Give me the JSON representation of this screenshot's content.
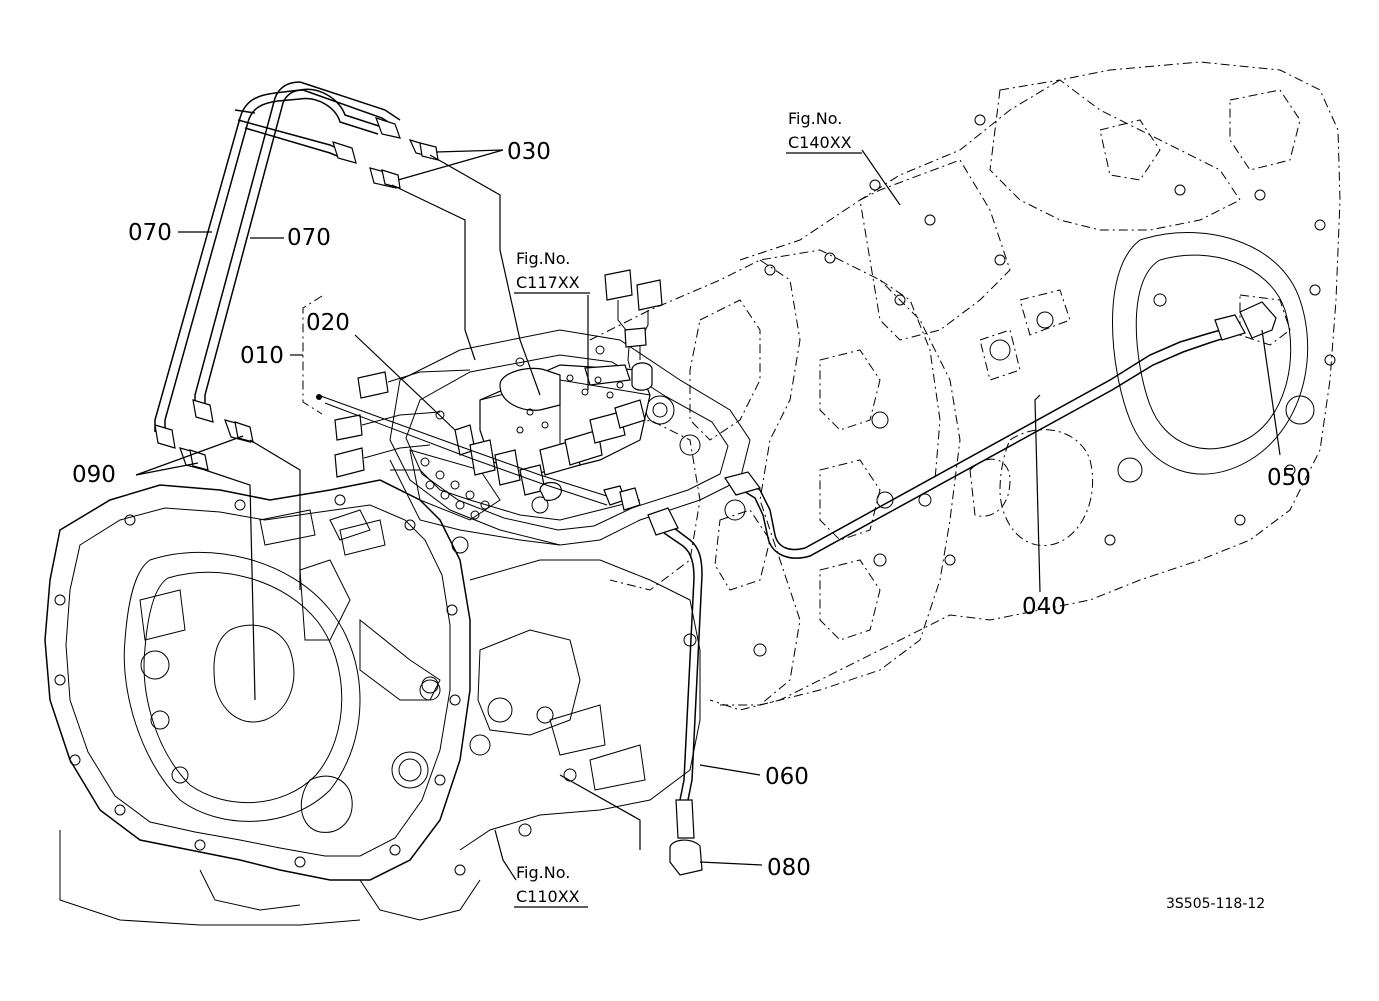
{
  "figure_refs": {
    "c140": {
      "title": "Fig.No.",
      "code": "C140XX"
    },
    "c117": {
      "title": "Fig.No.",
      "code": "C117XX"
    },
    "c110": {
      "title": "Fig.No.",
      "code": "C110XX"
    }
  },
  "part_labels": {
    "p010": "010",
    "p020": "020",
    "p030": "030",
    "p040": "040",
    "p050": "050",
    "p060": "060",
    "p070a": "070",
    "p070b": "070",
    "p080": "080",
    "p090": "090"
  },
  "drawing_code": "3S505-118-12"
}
